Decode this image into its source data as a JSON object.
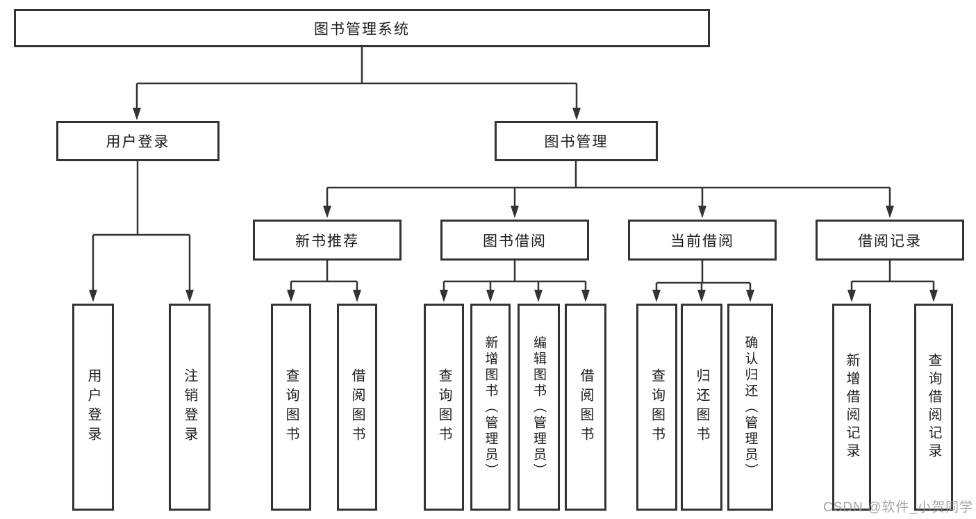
{
  "diagram": {
    "type": "hierarchy-tree",
    "root": {
      "label": "图书管理系统"
    },
    "level2": [
      {
        "id": "user-login",
        "label": "用户登录"
      },
      {
        "id": "book-management",
        "label": "图书管理"
      }
    ],
    "level3": [
      {
        "id": "new-book-recommend",
        "label": "新书推荐",
        "parent": "图书管理"
      },
      {
        "id": "book-borrow",
        "label": "图书借阅",
        "parent": "图书管理"
      },
      {
        "id": "current-borrow",
        "label": "当前借阅",
        "parent": "图书管理"
      },
      {
        "id": "borrow-records",
        "label": "借阅记录",
        "parent": "图书管理"
      }
    ],
    "leaves": {
      "user_login": [
        "用户登录",
        "注销登录"
      ],
      "new_book_recommend": [
        "查询图书",
        "借阅图书"
      ],
      "book_borrow": [
        "查询图书",
        "新增图书（管理员）",
        "编辑图书（管理员）",
        "借阅图书"
      ],
      "current_borrow": [
        "查询图书",
        "归还图书",
        "确认归还（管理员）"
      ],
      "borrow_records": [
        "新增借阅记录",
        "查询借阅记录"
      ]
    }
  },
  "colors": {
    "line": "#333333",
    "box_border": "#333333",
    "text": "#1c1c1c",
    "watermark": "#969696",
    "background": "#ffffff"
  },
  "watermark": "CSDN @软件_小贺同学"
}
